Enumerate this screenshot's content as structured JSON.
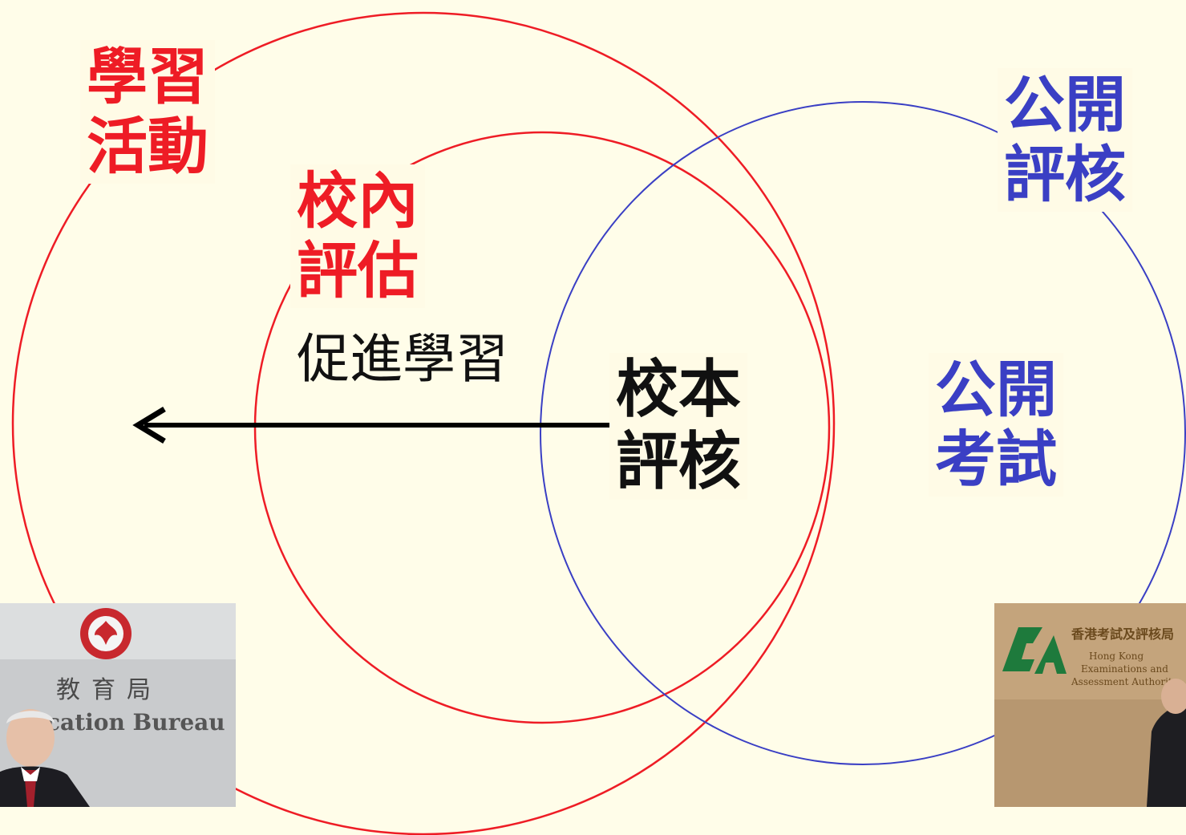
{
  "colors": {
    "background": "#fffde9",
    "red": "#ee1c25",
    "blue": "#3a3fc4",
    "arrow": "#000000"
  },
  "labels": {
    "learning_activities": [
      "學習",
      "活動"
    ],
    "internal_assessment": [
      "校內",
      "評估"
    ],
    "promote_learning": "促進學習",
    "school_based_assessment": [
      "校本",
      "評核"
    ],
    "public_assessment": [
      "公開",
      "評核"
    ],
    "public_examination": [
      "公開",
      "考試"
    ]
  },
  "photos": {
    "edb": {
      "sign_chinese": "教育局",
      "sign_english": "cation Bureau",
      "icon": "hksar-emblem-icon"
    },
    "hkeaa": {
      "logo_text": "EA",
      "sign_chinese": "香港考試及評核局",
      "sign_english": [
        "Hong Kong",
        "Examinations and",
        "Assessment Authority"
      ]
    }
  }
}
